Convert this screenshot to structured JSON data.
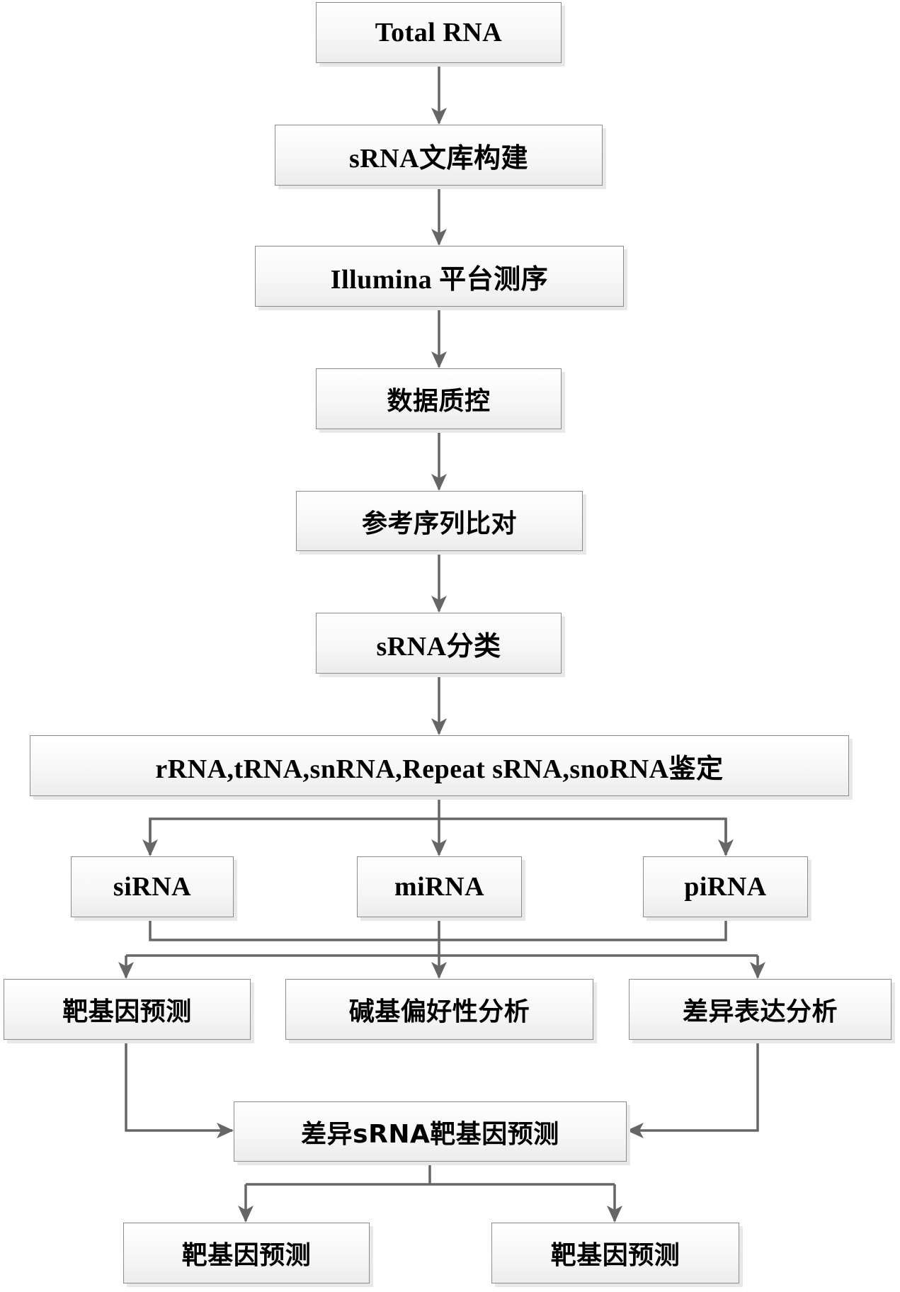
{
  "flowchart": {
    "nodes": {
      "total_rna": "Total RNA",
      "library": "sRNA文库构建",
      "sequencing": "Illumina 平台测序",
      "qc": "数据质控",
      "alignment": "参考序列比对",
      "classification": "sRNA分类",
      "annotation": "rRNA,tRNA,snRNA,Repeat sRNA,snoRNA鉴定",
      "sirna": "siRNA",
      "mirna": "miRNA",
      "pirna": "piRNA",
      "target_prediction": "靶基因预测",
      "base_bias": "碱基偏好性分析",
      "diff_expression": "差异表达分析",
      "diff_target": "差异sRNA靶基因预测",
      "bottom_left": "靶基因预测",
      "bottom_right": "靶基因预测"
    },
    "colors": {
      "line": "#666666",
      "border": "#8c8c8c",
      "fill_top": "#ffffff",
      "fill_bottom": "#ececec"
    }
  }
}
